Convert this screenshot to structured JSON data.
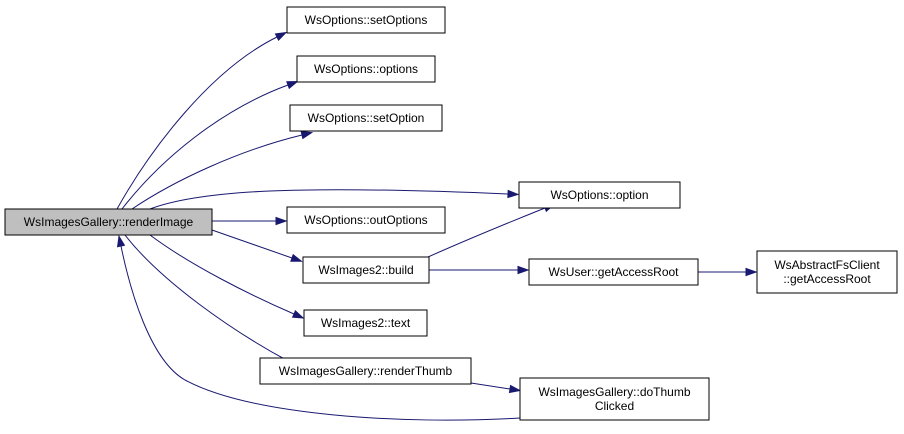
{
  "colors": {
    "node_fill": "#ffffff",
    "root_fill": "#bfbfbf",
    "node_border": "#000000",
    "edge": "#191970"
  },
  "nodes": [
    {
      "id": "renderImage",
      "lines": [
        "WsImagesGallery::renderImage"
      ],
      "root": true
    },
    {
      "id": "setOptions",
      "lines": [
        "WsOptions::setOptions"
      ]
    },
    {
      "id": "options",
      "lines": [
        "WsOptions::options"
      ]
    },
    {
      "id": "setOption",
      "lines": [
        "WsOptions::setOption"
      ]
    },
    {
      "id": "option",
      "lines": [
        "WsOptions::option"
      ]
    },
    {
      "id": "outOptions",
      "lines": [
        "WsOptions::outOptions"
      ]
    },
    {
      "id": "build",
      "lines": [
        "WsImages2::build"
      ]
    },
    {
      "id": "getAccessRoot",
      "lines": [
        "WsUser::getAccessRoot"
      ]
    },
    {
      "id": "fsGetAccessRoot",
      "lines": [
        "WsAbstractFsClient",
        "::getAccessRoot"
      ]
    },
    {
      "id": "text",
      "lines": [
        "WsImages2::text"
      ]
    },
    {
      "id": "renderThumb",
      "lines": [
        "WsImagesGallery::renderThumb"
      ]
    },
    {
      "id": "doThumbClicked",
      "lines": [
        "WsImagesGallery::doThumb",
        "Clicked"
      ]
    }
  ],
  "edges": [
    {
      "from": "renderImage",
      "to": "setOptions"
    },
    {
      "from": "renderImage",
      "to": "options"
    },
    {
      "from": "renderImage",
      "to": "setOption"
    },
    {
      "from": "renderImage",
      "to": "option"
    },
    {
      "from": "renderImage",
      "to": "outOptions"
    },
    {
      "from": "renderImage",
      "to": "build"
    },
    {
      "from": "renderImage",
      "to": "text"
    },
    {
      "from": "renderImage",
      "to": "renderThumb"
    },
    {
      "from": "build",
      "to": "option"
    },
    {
      "from": "build",
      "to": "getAccessRoot"
    },
    {
      "from": "getAccessRoot",
      "to": "fsGetAccessRoot"
    },
    {
      "from": "renderThumb",
      "to": "doThumbClicked"
    },
    {
      "from": "doThumbClicked",
      "to": "renderImage"
    }
  ]
}
